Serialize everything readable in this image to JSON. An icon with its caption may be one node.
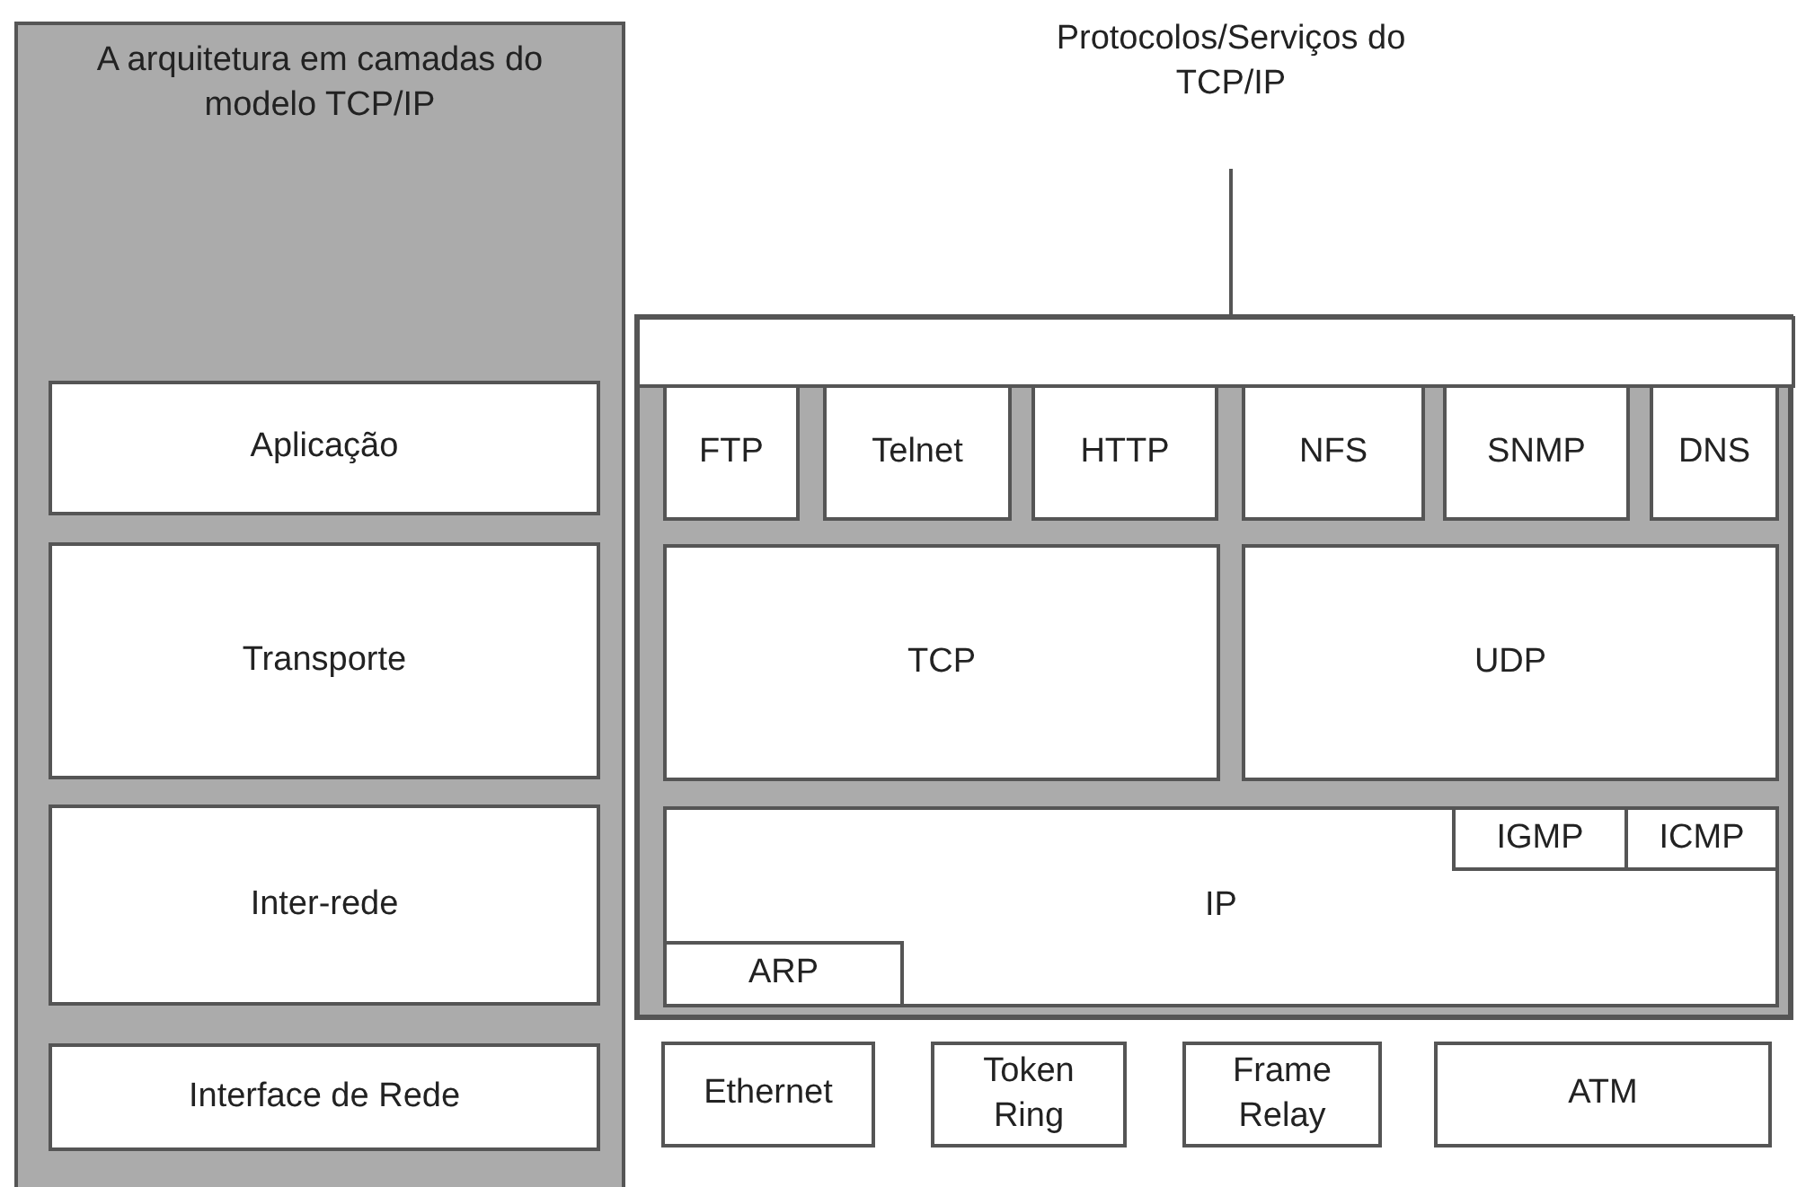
{
  "diagram": {
    "nodes": [
      {
        "text": [
          "A arquitetura em camadas do modelo TCP/IP"
        ]
      },
      {
        "text": [
          "Aplicação"
        ],
        "in": 0
      },
      {
        "text": [
          "Transporte"
        ],
        "in": 0
      },
      {
        "text": [
          "Inter-rede"
        ],
        "in": 0
      },
      {
        "text": [
          "Interface de Rede"
        ],
        "in": 0
      },
      {
        "text": [
          "Protocolos/Serviços do TCP/IP"
        ]
      },
      {
        "text": [],
        "shape": "box"
      },
      {
        "text": [],
        "shape": "bar",
        "in": 6
      },
      {
        "text": [
          "FTP"
        ],
        "in": 6
      },
      {
        "text": [
          "Telnet"
        ],
        "in": 6
      },
      {
        "text": [
          "HTTP"
        ],
        "in": 6
      },
      {
        "text": [
          "NFS"
        ],
        "in": 6
      },
      {
        "text": [
          "SNMP"
        ],
        "in": 6
      },
      {
        "text": [
          "DNS"
        ],
        "in": 6
      },
      {
        "text": [
          "TCP"
        ],
        "in": 6
      },
      {
        "text": [
          "UDP"
        ],
        "in": 6
      },
      {
        "text": [
          "IP"
        ],
        "in": 6
      },
      {
        "text": [
          "IGMP"
        ],
        "in": 16
      },
      {
        "text": [
          "ICMP"
        ],
        "in": 16
      },
      {
        "text": [
          "ARP"
        ],
        "in": 16
      },
      {
        "text": [
          "Ethernet"
        ]
      },
      {
        "text": [
          "Token Ring"
        ]
      },
      {
        "text": [
          "Frame Relay"
        ]
      },
      {
        "text": [
          "ATM"
        ]
      }
    ],
    "edges": [
      {
        "from": 5,
        "to": 7,
        "arrow": "none"
      }
    ]
  }
}
